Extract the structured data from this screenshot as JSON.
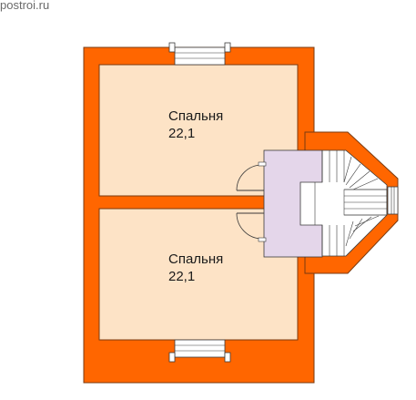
{
  "watermark": "postroi.ru",
  "rooms": [
    {
      "name": "Спальня",
      "area": "22,1"
    },
    {
      "name": "Спальня",
      "area": "22,1"
    }
  ],
  "colors": {
    "wall": "#ff6600",
    "wall_stroke": "#7a3b10",
    "room_fill": "#fde3c6",
    "hall_fill": "#e4d6ea",
    "window_fill": "#ffffff",
    "stair_fill": "#ffffff",
    "line": "#3a3a3a"
  }
}
